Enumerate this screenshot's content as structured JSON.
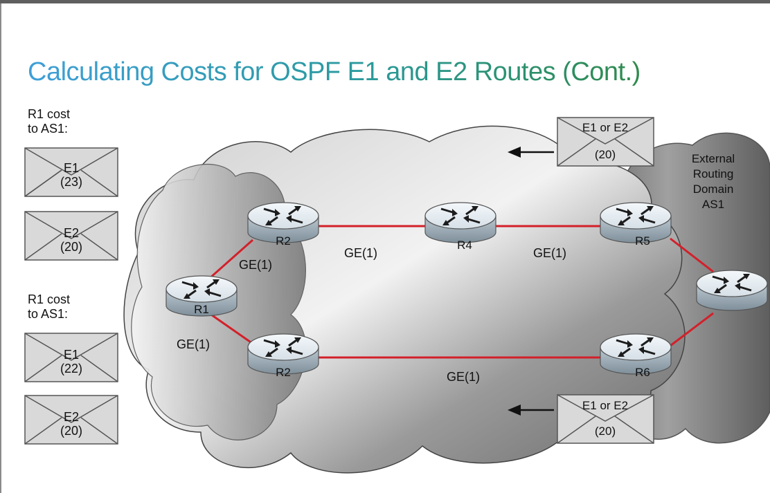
{
  "title": "Calculating Costs for OSPF E1 and E2 Routes (Cont.)",
  "left_panel": {
    "top": {
      "label": "R1 cost\nto AS1:",
      "e1": {
        "type": "E1",
        "cost": "(23)"
      },
      "e2": {
        "type": "E2",
        "cost": "(20)"
      }
    },
    "bottom": {
      "label": "R1 cost\nto AS1:",
      "e1": {
        "type": "E1",
        "cost": "(22)"
      },
      "e2": {
        "type": "E2",
        "cost": "(20)"
      }
    }
  },
  "advertisements": {
    "top": {
      "type": "E1 or E2",
      "cost": "(20)"
    },
    "bottom": {
      "type": "E1 or E2",
      "cost": "(20)"
    }
  },
  "external_domain": {
    "line1": "External",
    "line2": "Routing",
    "line3": "Domain",
    "line4": "AS1"
  },
  "routers": {
    "r1": "R1",
    "r2_top": "R2",
    "r2_bottom": "R2",
    "r4": "R4",
    "r5": "R5",
    "r6": "R6"
  },
  "links": {
    "r1_r2_top": "GE(1)",
    "r1_r2_bottom": "GE(1)",
    "r2_r4": "GE(1)",
    "r4_r5": "GE(1)",
    "r2_r6": "GE(1)"
  },
  "colors": {
    "link": "#d3202a",
    "envelope": "#d9d9d9",
    "cloud_dark": "#6e6e6e",
    "cloud_light": "#e8e8e8"
  }
}
